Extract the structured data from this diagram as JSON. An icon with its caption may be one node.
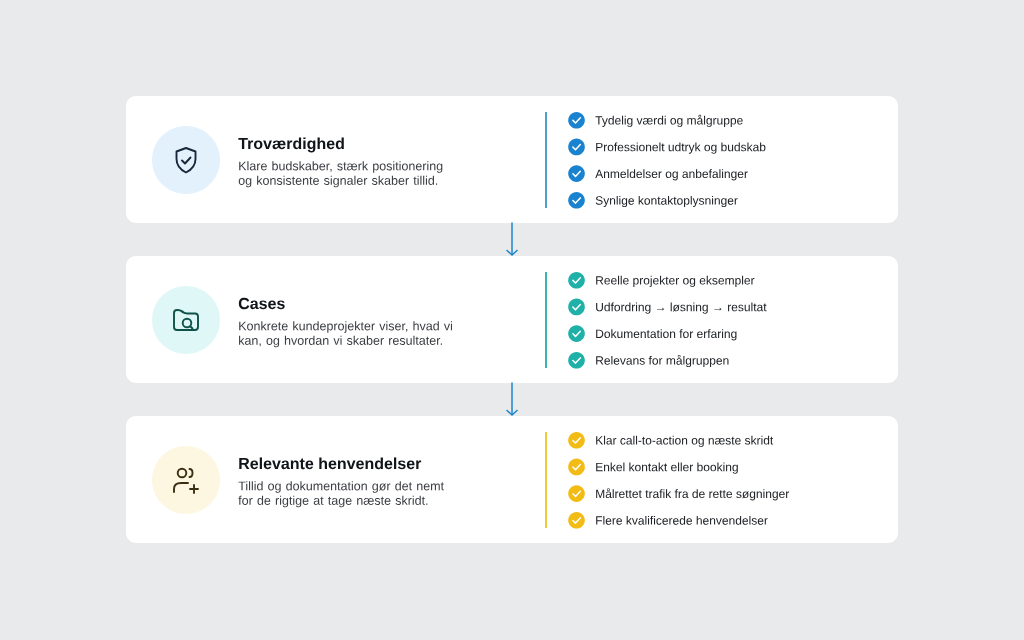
{
  "diagram": {
    "nodes": [
      {
        "text": [
          "Troværdighed",
          "Klare budskaber, stærk positionering og konsistente signaler skaber tillid.",
          "Tydelig værdi og målgruppe",
          "Professionelt udtryk og budskab",
          "Anmeldelser og anbefalinger",
          "Synlige kontaktoplysninger"
        ]
      },
      {
        "text": [
          "Cases",
          "Konkrete kundeprojekter viser, hvad vi kan, og hvordan vi skaber resultater.",
          "Reelle projekter og eksempler",
          "Udfordring → løsning → resultat",
          "Dokumentation for erfaring",
          "Relevans for målgruppen"
        ]
      },
      {
        "text": [
          "Relevante henvendelser",
          "Tillid og dokumentation gør det nemt for de rigtige at tage næste skridt.",
          "Klar call-to-action og næste skridt",
          "Enkel kontakt eller booking",
          "Målrettet trafik fra de rette søgninger",
          "Flere kvalificerede henvendelser"
        ]
      }
    ],
    "edges": [
      {
        "from": 0,
        "to": 1,
        "arrow": "to"
      },
      {
        "from": 1,
        "to": 2,
        "arrow": "to"
      }
    ]
  }
}
